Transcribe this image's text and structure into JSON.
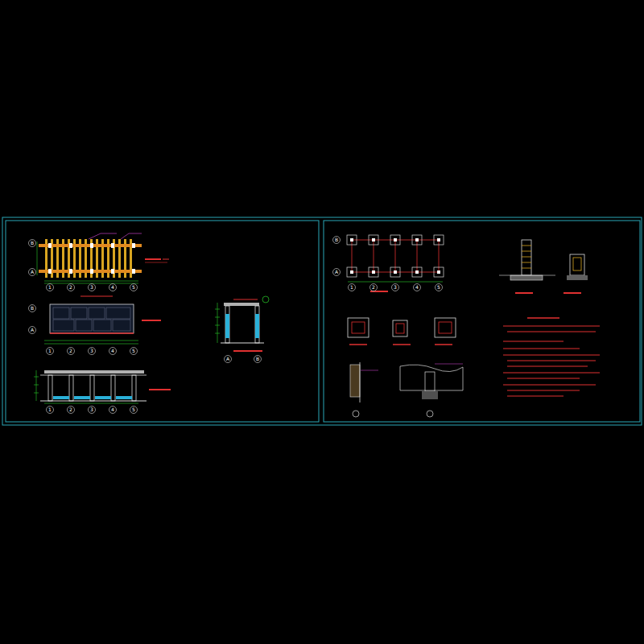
{
  "diagram": {
    "labels": [
      "1",
      "2",
      "3",
      "4",
      "5",
      "B",
      "A",
      "1",
      "2",
      "3",
      "4",
      "5",
      "B",
      "A",
      "1",
      "2",
      "3",
      "4",
      "5",
      "A",
      "B",
      "1",
      "2",
      "3",
      "4",
      "5",
      "B",
      "A"
    ]
  }
}
